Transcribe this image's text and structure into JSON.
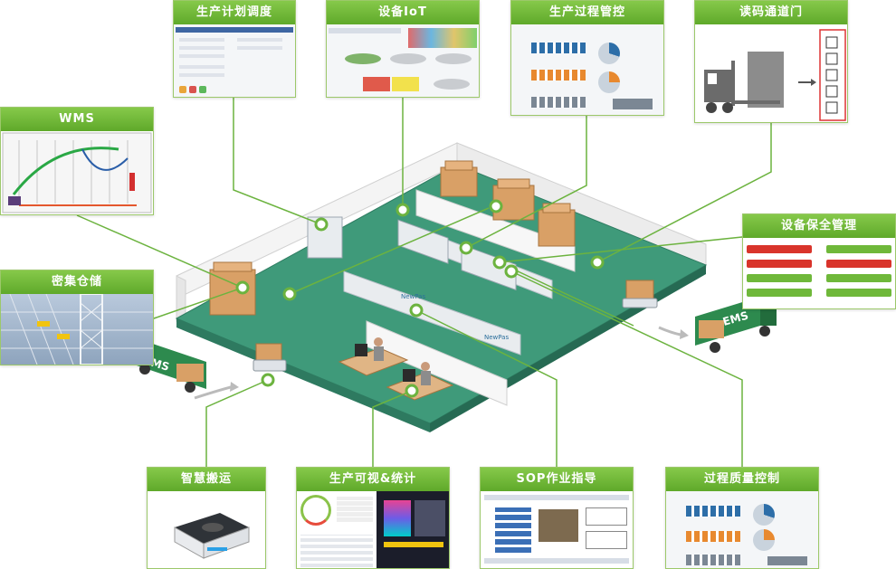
{
  "panels": {
    "plan": "生产计划调度",
    "iot": "设备IoT",
    "process": "生产过程管控",
    "reader": "读码通道门",
    "wms": "WMS",
    "maintain": "设备保全管理",
    "dense": "密集仓储",
    "agv": "智慧搬运",
    "visual": "生产可视&统计",
    "sop": "SOP作业指导",
    "quality": "过程质量控制"
  },
  "truck_label": "EMS",
  "machine_label": "NewPas",
  "colors": {
    "accent_green": "#6cb33f",
    "floor": "#3f9a7a",
    "wall": "#f2f2f2"
  }
}
